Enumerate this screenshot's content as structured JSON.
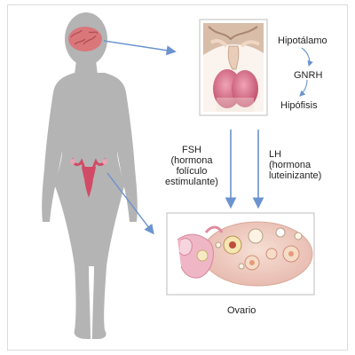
{
  "labels": {
    "hypothalamus": "Hipotálamo",
    "gnrh": "GNRH",
    "pituitary": "Hipófisis",
    "fsh": [
      "FSH",
      "(hormona",
      "folículo",
      "estimulante)"
    ],
    "lh": [
      "LH",
      "(hormona",
      "luteinizante)"
    ],
    "ovary": "Ovario"
  },
  "colors": {
    "silhouette": "#b4b4b4",
    "arrow": "#6a93cf",
    "brain": "#d9777b",
    "uterus": "#d24b66",
    "gland": "#d86a84"
  }
}
